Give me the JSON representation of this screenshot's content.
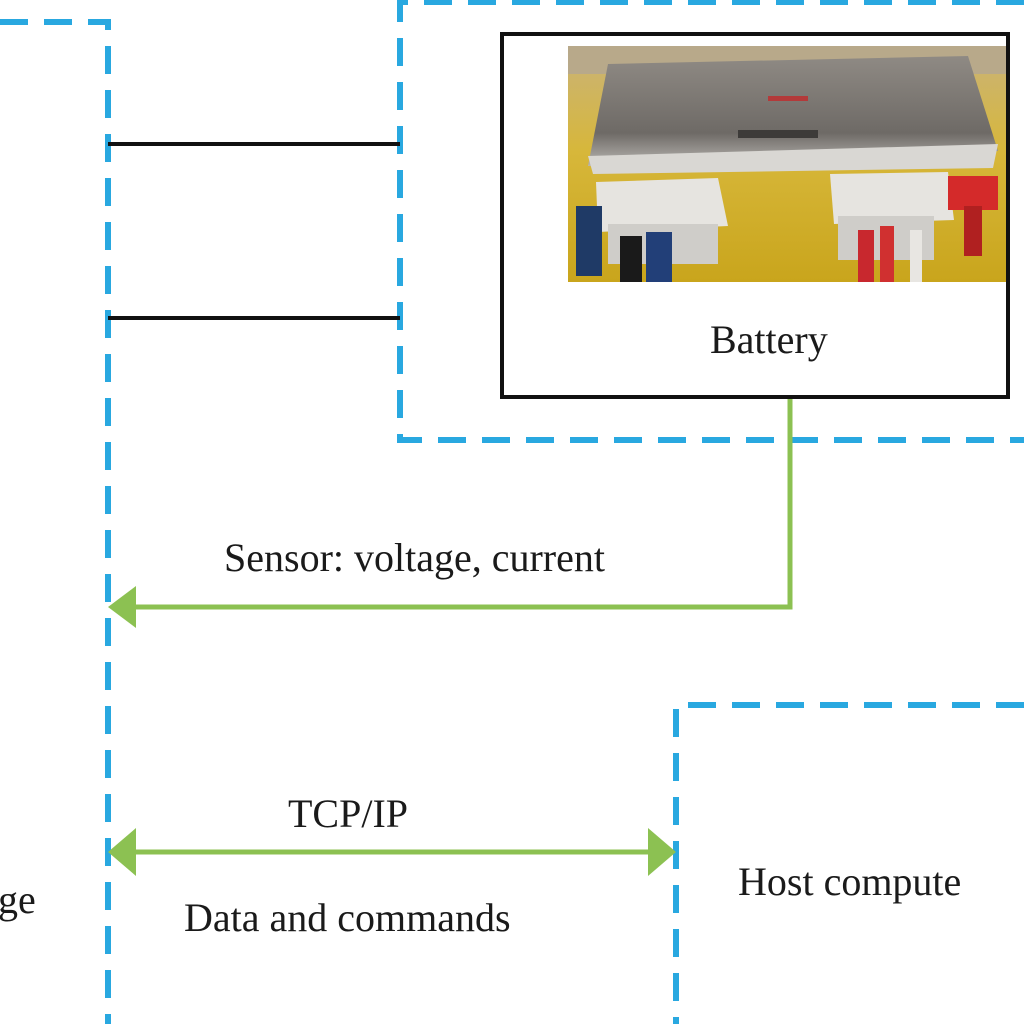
{
  "colors": {
    "dashed_border": "#29a8e0",
    "arrow": "#8cc152",
    "wire": "#111111",
    "text": "#1a1a1a"
  },
  "battery": {
    "label": "Battery"
  },
  "sensor_arrow": {
    "label": "Sensor: voltage, current"
  },
  "link": {
    "protocol_label": "TCP/IP",
    "payload_label": "Data and commands"
  },
  "host": {
    "label": "Host compute"
  },
  "left_block": {
    "label_fragment": "ge"
  }
}
